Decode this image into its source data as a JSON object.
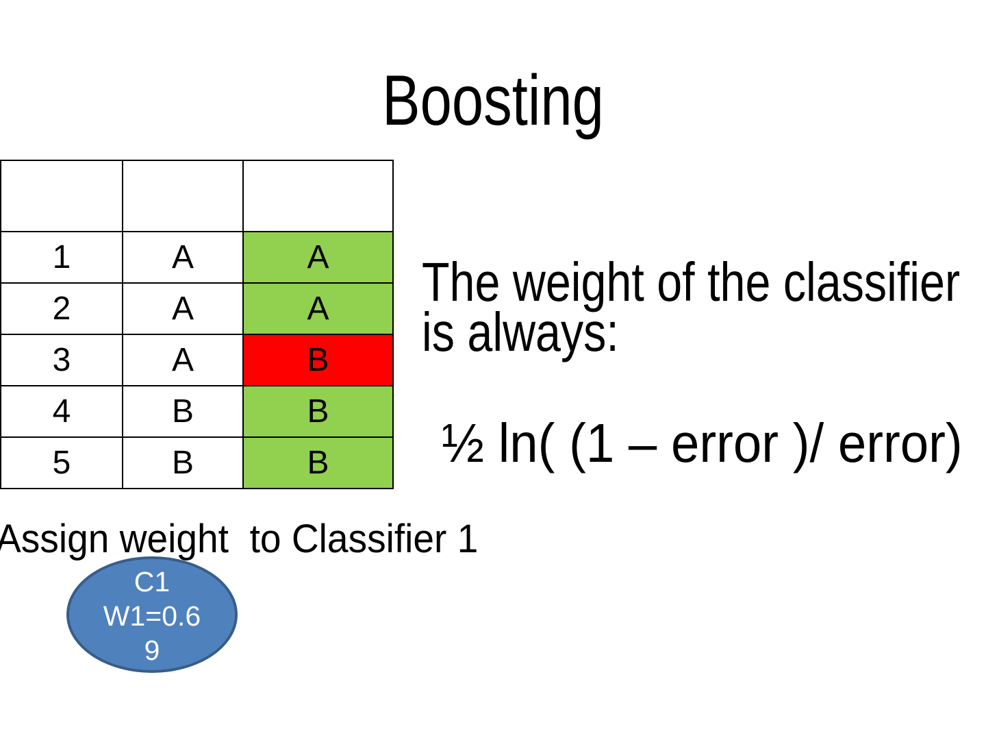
{
  "slide": {
    "title": "Boosting",
    "body": {
      "lines": [
        "The weight of the classifier",
        "is always:"
      ],
      "formula": "½ ln( (1 – error )/ error)"
    },
    "caption": "Assign weight  to Classifier 1",
    "table": {
      "header": [
        "",
        "",
        ""
      ],
      "rows": [
        {
          "cells": [
            "1",
            "A",
            "A"
          ],
          "status": "correct"
        },
        {
          "cells": [
            "2",
            "A",
            "A"
          ],
          "status": "correct"
        },
        {
          "cells": [
            "3",
            "A",
            "B"
          ],
          "status": "wrong"
        },
        {
          "cells": [
            "4",
            "B",
            "B"
          ],
          "status": "correct"
        },
        {
          "cells": [
            "5",
            "B",
            "B"
          ],
          "status": "correct"
        }
      ]
    },
    "bubble": {
      "lines": [
        "C1",
        "W1=0.6",
        "9"
      ]
    },
    "colors": {
      "correct": "#92d050",
      "wrong": "#ff0000",
      "bubble_fill": "#4f81bd",
      "bubble_border": "#385d8a",
      "text": "#000000"
    }
  }
}
